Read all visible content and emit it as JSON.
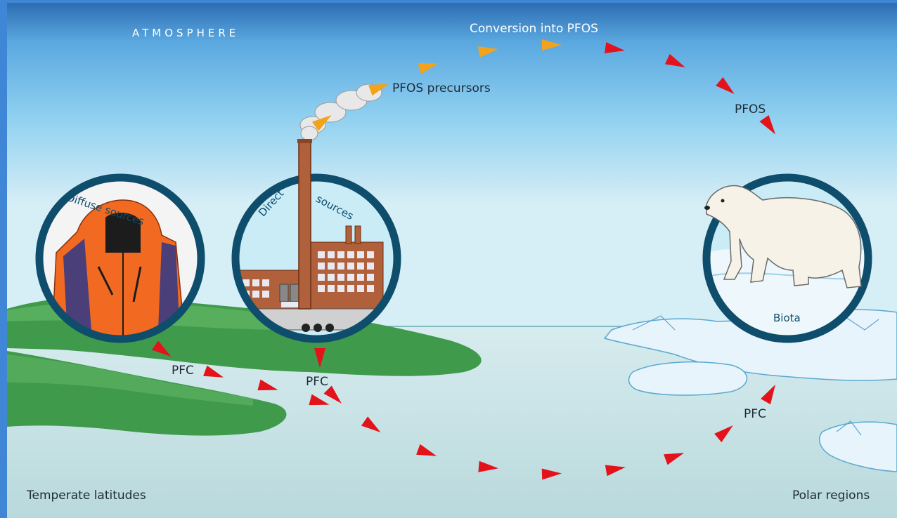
{
  "labels": {
    "atmosphere": "ATMOSPHERE",
    "conversion": "Conversion into PFOS",
    "precursors": "PFOS precursors",
    "pfos": "PFOS",
    "pfc_left": "PFC",
    "pfc_center": "PFC",
    "pfc_right": "PFC",
    "temperate": "Temperate latitudes",
    "polar": "Polar regions"
  },
  "circles": {
    "diffuse": {
      "label": "Diffuse sources",
      "icon": "jacket-icon"
    },
    "direct": {
      "label_line1": "Direct",
      "label_line2": "sources",
      "icon": "factory-icon"
    },
    "biota": {
      "label": "Biota",
      "icon": "polar-bear-icon"
    }
  },
  "colors": {
    "sky_top": "#2f6fb4",
    "sky_bottom": "#cfe9f3",
    "sea": "#c9e2e6",
    "land": "#3f9a4c",
    "ice": "#e6f3fa",
    "circle_ring": "#0e4d6b",
    "arrow_red": "#e3121b",
    "arrow_orange": "#f2a21b",
    "jacket": "#f26a22"
  }
}
